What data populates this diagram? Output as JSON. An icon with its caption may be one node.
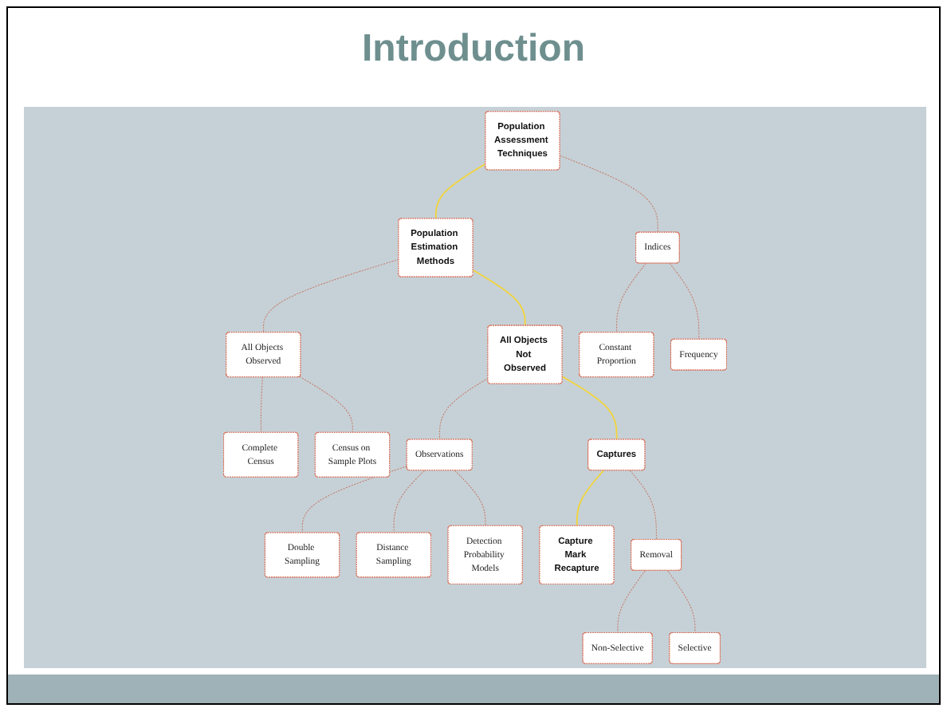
{
  "diagram": {
    "title": "Introduction",
    "nodes": [
      {
        "text": [
          "Population Assessment Techniques"
        ]
      },
      {
        "text": [
          "Population Estimation Methods"
        ]
      },
      {
        "text": [
          "Indices"
        ]
      },
      {
        "text": [
          "All Objects Observed"
        ]
      },
      {
        "text": [
          "All Objects Not Observed"
        ]
      },
      {
        "text": [
          "Constant Proportion"
        ]
      },
      {
        "text": [
          "Frequency"
        ]
      },
      {
        "text": [
          "Complete Census"
        ]
      },
      {
        "text": [
          "Census on Sample Plots"
        ]
      },
      {
        "text": [
          "Observations"
        ]
      },
      {
        "text": [
          "Captures"
        ]
      },
      {
        "text": [
          "Double Sampling"
        ]
      },
      {
        "text": [
          "Distance Sampling"
        ]
      },
      {
        "text": [
          "Detection Probability Models"
        ]
      },
      {
        "text": [
          "Capture Mark Recapture"
        ]
      },
      {
        "text": [
          "Removal"
        ]
      },
      {
        "text": [
          "Non-Selective"
        ]
      },
      {
        "text": [
          "Selective"
        ]
      }
    ],
    "edges": [
      {
        "from": 0,
        "to": 1,
        "arrow": "none",
        "color": "#f2d43a"
      },
      {
        "from": 0,
        "to": 2,
        "arrow": "none",
        "style": "dashed"
      },
      {
        "from": 1,
        "to": 3,
        "arrow": "none",
        "style": "dashed"
      },
      {
        "from": 1,
        "to": 4,
        "arrow": "none",
        "color": "#f2d43a"
      },
      {
        "from": 2,
        "to": 5,
        "arrow": "none",
        "style": "dashed"
      },
      {
        "from": 2,
        "to": 6,
        "arrow": "none",
        "style": "dashed"
      },
      {
        "from": 3,
        "to": 7,
        "arrow": "none",
        "style": "dashed"
      },
      {
        "from": 3,
        "to": 8,
        "arrow": "none",
        "style": "dashed"
      },
      {
        "from": 4,
        "to": 9,
        "arrow": "none",
        "style": "dashed"
      },
      {
        "from": 4,
        "to": 10,
        "arrow": "none",
        "color": "#f2d43a"
      },
      {
        "from": 9,
        "to": 11,
        "arrow": "none",
        "style": "dashed"
      },
      {
        "from": 9,
        "to": 12,
        "arrow": "none",
        "style": "dashed"
      },
      {
        "from": 9,
        "to": 13,
        "arrow": "none",
        "style": "dashed"
      },
      {
        "from": 10,
        "to": 14,
        "arrow": "none",
        "color": "#f2d43a"
      },
      {
        "from": 10,
        "to": 15,
        "arrow": "none",
        "style": "dashed"
      },
      {
        "from": 15,
        "to": 16,
        "arrow": "none",
        "style": "dashed"
      },
      {
        "from": 15,
        "to": 17,
        "arrow": "none",
        "style": "dashed"
      }
    ]
  }
}
